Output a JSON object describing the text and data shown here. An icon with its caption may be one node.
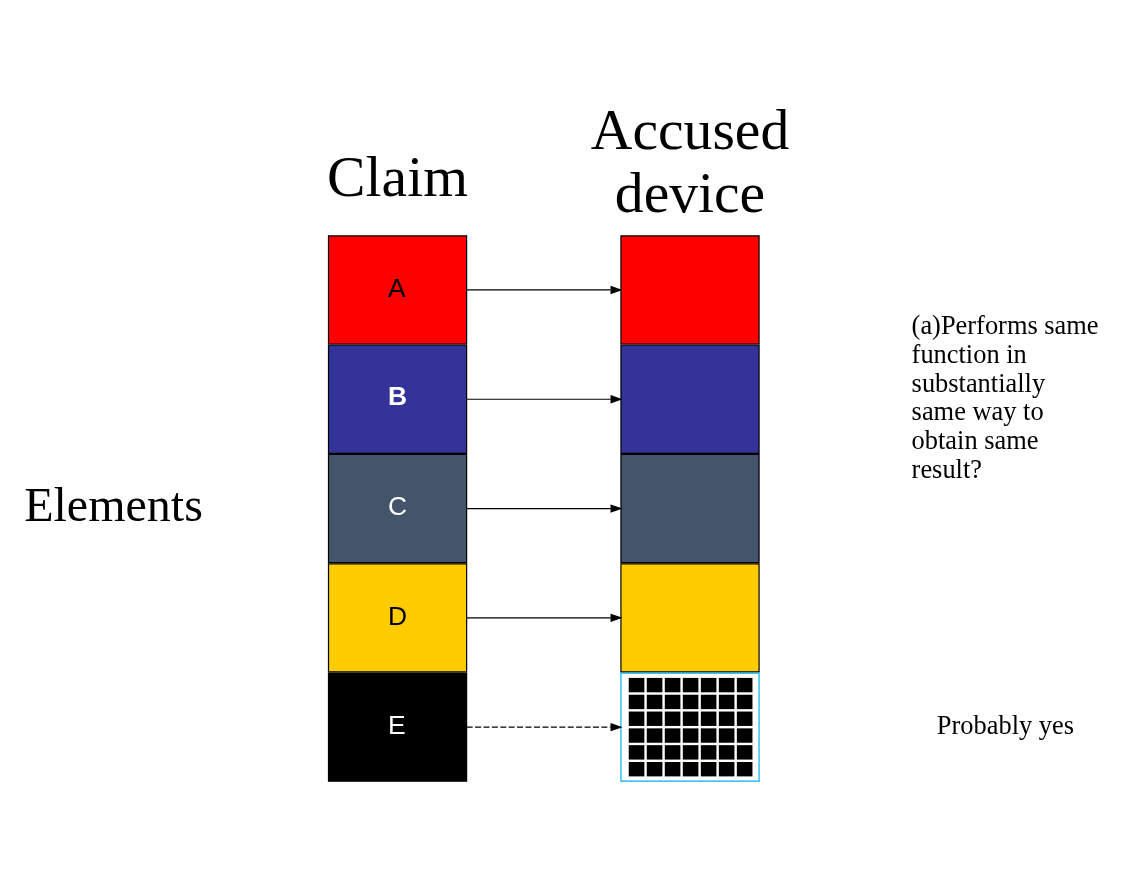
{
  "diagram": {
    "nodes": [
      {
        "text": [
          "A"
        ]
      },
      {
        "text": [
          "B"
        ]
      },
      {
        "text": [
          "C"
        ]
      },
      {
        "text": [
          "D"
        ]
      },
      {
        "text": [
          "E"
        ]
      },
      {
        "text": [],
        "shape": "box"
      },
      {
        "text": [],
        "shape": "box"
      },
      {
        "text": [],
        "shape": "box"
      },
      {
        "text": [],
        "shape": "box"
      },
      {
        "text": [],
        "shape": "box"
      }
    ],
    "edges": [
      {
        "from": 0,
        "to": 5,
        "arrow": "to"
      },
      {
        "from": 1,
        "to": 6,
        "arrow": "to"
      },
      {
        "from": 2,
        "to": 7,
        "arrow": "to"
      },
      {
        "from": 3,
        "to": 8,
        "arrow": "to"
      },
      {
        "from": 4,
        "to": 9,
        "arrow": "to",
        "style": "dashed"
      }
    ],
    "labels": [
      "Accused device",
      "Claim",
      "Elements",
      "(a)Performs same function in substantially same way to obtain same result?",
      "Probably yes"
    ]
  }
}
